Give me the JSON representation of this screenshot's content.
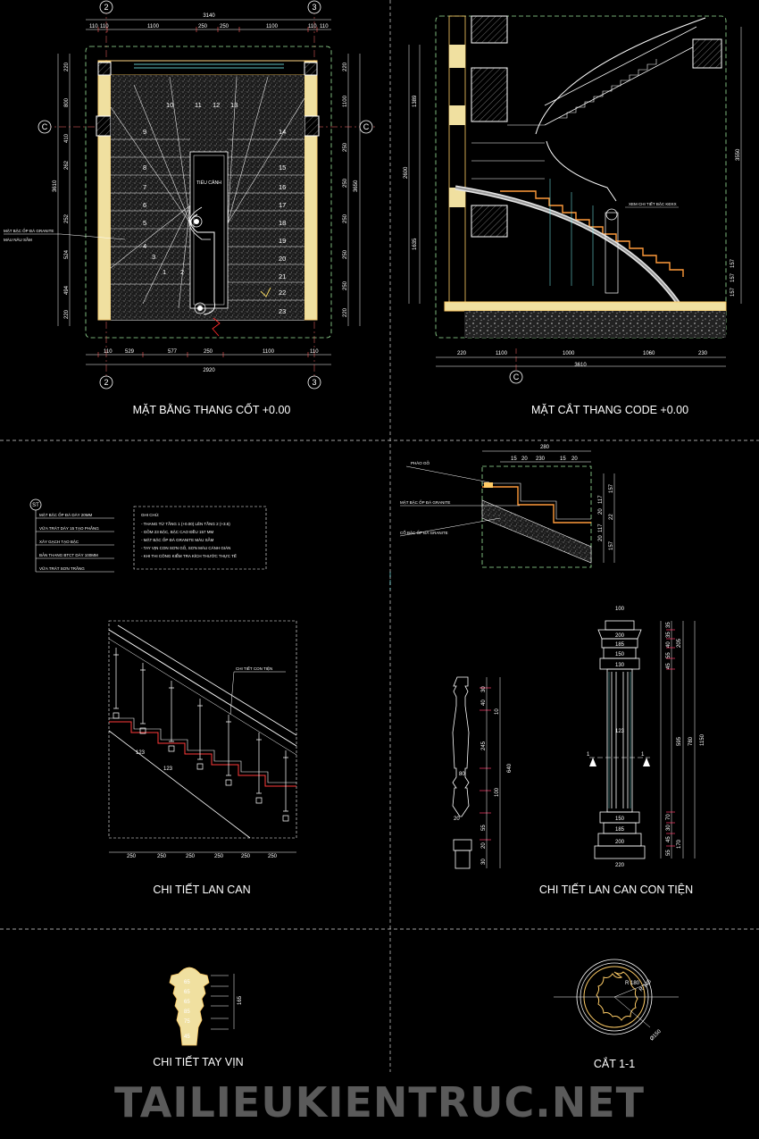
{
  "drawing": {
    "plan": {
      "title": "MẶT BẰNG THANG CỐT +0.00",
      "axis_top_left": "2",
      "axis_top_right": "3",
      "axis_side": "C",
      "dim_total_top": "3140",
      "dims_top": [
        "110",
        "110",
        "1100",
        "250",
        "250",
        "1100",
        "110",
        "110"
      ],
      "dims_bottom": [
        "110",
        "529",
        "577",
        "250",
        "1100",
        "110"
      ],
      "dim_total_bottom": "2920",
      "dim_left_total": "3610",
      "dims_left": [
        "220",
        "800",
        "410",
        "262",
        "252",
        "524",
        "494",
        "220"
      ],
      "dim_right_total": "3650",
      "dims_right": [
        "220",
        "1100",
        "250",
        "250",
        "250",
        "250",
        "250",
        "220"
      ],
      "step_numbers": [
        "1",
        "2",
        "3",
        "4",
        "5",
        "6",
        "7",
        "8",
        "9",
        "10",
        "11",
        "12",
        "13",
        "14",
        "15",
        "16",
        "17",
        "18",
        "19",
        "20",
        "21",
        "22",
        "23"
      ],
      "label_void": "TIỂU CẢNH",
      "note_granite": "MẶT BẬC ỐP ĐÁ GRANITE",
      "note_color": "MÀU NÂU SẪM"
    },
    "section": {
      "title": "MẶT CẮT THANG CODE +0.00",
      "axis": "C",
      "dims_bottom": [
        "220",
        "1100",
        "1000",
        "1060",
        "230"
      ],
      "dim_total_bottom": "3610",
      "dims_left": [
        "1389",
        "2600",
        "1635"
      ],
      "dim_right": "3550",
      "dims_right_small": [
        "157",
        "157",
        "157"
      ],
      "detail_label": "XEM CHI TIẾT BẬC KĐXX"
    },
    "layers": {
      "badge": "ST",
      "items": [
        "MẶT BẬC ỐP ĐÁ DÀY 20MM",
        "VỮA TRÁT DÀY 15 TẠO PHẲNG",
        "XÂY GẠCH TẠO BẬC",
        "BẢN THANG BTCT DÀY 100MM",
        "VỮA TRÁT SƠN TRẮNG"
      ],
      "notes_title": "GHI CHÚ:",
      "notes": [
        "- THANG TỪ TẦNG 1 (+0.00) LÊN TẦNG 2 (+3.6)",
        "- GỒM 23 BẬC, BẬC CAO ĐỀU 157 MM",
        "- MẶT BẬC ỐP ĐÁ GRANITE MÀU SẪM",
        "- TAY VỊN CON SƠN GỖ, SƠN MÀU CÁNH GIÁN",
        "- KHI THI CÔNG KIỂM TRA KÍCH THƯỚC THỰC TẾ"
      ]
    },
    "step_detail": {
      "dim_top": "280",
      "dims_top_small": [
        "15",
        "20",
        "230",
        "15",
        "20"
      ],
      "label_nosing": "PHÀO GỖ",
      "label_tread": "MẶT BẬC ỐP ĐÁ GRANITE",
      "label_riser": "CỔ BẬC ỐP ĐÁ GRANITE",
      "dims_right": [
        "157",
        "117",
        "20",
        "22",
        "117",
        "20",
        "157"
      ]
    },
    "railing": {
      "title": "CHI TIẾT LAN CAN",
      "label_baluster": "CHI TIẾT CON TIỆN",
      "label_123a": "123",
      "label_123b": "123",
      "dims_bottom": [
        "250",
        "250",
        "250",
        "250",
        "250",
        "250"
      ]
    },
    "baluster": {
      "title": "CHI TIẾT LAN CAN CON TIỆN",
      "dims_left_col": [
        "30",
        "40",
        "10",
        "245",
        "640",
        "80",
        "100",
        "20",
        "55",
        "20",
        "30"
      ],
      "post_dims_top": [
        "100",
        "200",
        "185",
        "150",
        "130"
      ],
      "post_dims_mid": "123",
      "post_dims_bottom": [
        "150",
        "185",
        "200",
        "220"
      ],
      "post_dims_right": [
        "35",
        "35",
        "40",
        "55",
        "45",
        "205",
        "595",
        "70",
        "30",
        "45",
        "55",
        "170"
      ],
      "post_total_a": "780",
      "post_total_b": "1150",
      "section_mark": "1"
    },
    "handrail": {
      "title": "CHI TIẾT TAY VỊN",
      "dims": [
        "65",
        "65",
        "65",
        "85",
        "75",
        "45"
      ],
      "dim_total": "165"
    },
    "section11": {
      "title": "CẮT 1-1",
      "dims": [
        "R 180",
        "R 125",
        "Ø150"
      ]
    },
    "watermark": "TAILIEUKIENTRUC.NET"
  }
}
